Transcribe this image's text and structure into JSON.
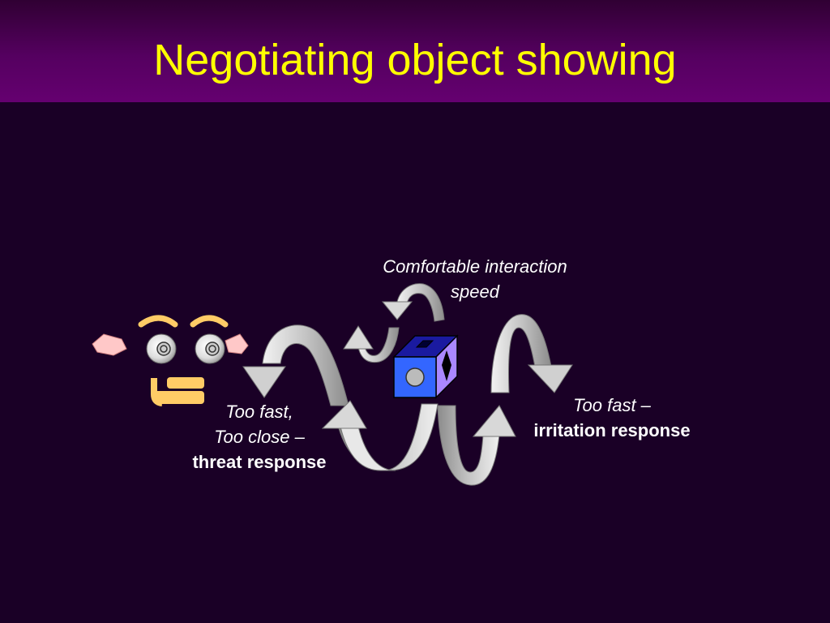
{
  "slide": {
    "title": "Negotiating object showing"
  },
  "labels": {
    "comfortable": {
      "line1": "Comfortable interaction",
      "line2": "speed"
    },
    "threat": {
      "line1": "Too fast,",
      "line2": "Too close –",
      "line3": "threat response"
    },
    "irritation": {
      "line1": "Too fast –",
      "line2": "irritation response"
    }
  },
  "colors": {
    "background": "#1a0026",
    "title_bar": "#650070",
    "title_text": "#ffff00",
    "label_text": "#ffffff",
    "arrow": "#c8c8c8",
    "cube_front": "#3366ff",
    "cube_side": "#aa88ff",
    "face_brows": "#ffcc66",
    "face_ears": "#ffc8c8"
  },
  "icons": [
    "robot-face-icon",
    "cube-object-icon",
    "curved-arrow-icon"
  ]
}
